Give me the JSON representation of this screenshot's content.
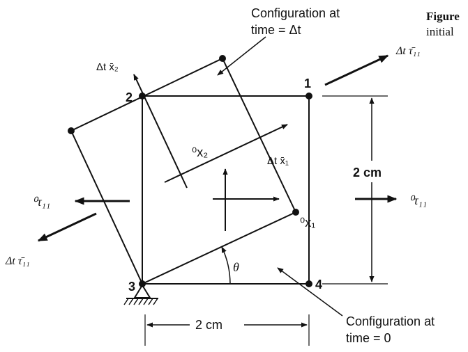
{
  "labels": {
    "config_dt_line1": "Configuration at",
    "config_dt_line2": "time = Δt",
    "config_0_line1": "Configuration at",
    "config_0_line2": "time = 0",
    "figure_caption_word": "Figure",
    "figure_caption_line2": "initial",
    "node_1": "1",
    "node_2": "2",
    "node_3": "3",
    "node_4": "4",
    "dim_vertical": "2 cm",
    "dim_horizontal": "2 cm",
    "angle": "θ",
    "x1_0": "⁰x₁",
    "x2_0": "⁰x₂",
    "x1_dt": "Δt x̄₁",
    "x2_dt": "Δt x̄₂",
    "tau_right_0": "⁰τ₁₁",
    "tau_left_0": "⁰τ₁₁",
    "tau_right_dt": "Δt τ̄₁₁",
    "tau_left_dt": "Δt τ̄₁₁"
  }
}
